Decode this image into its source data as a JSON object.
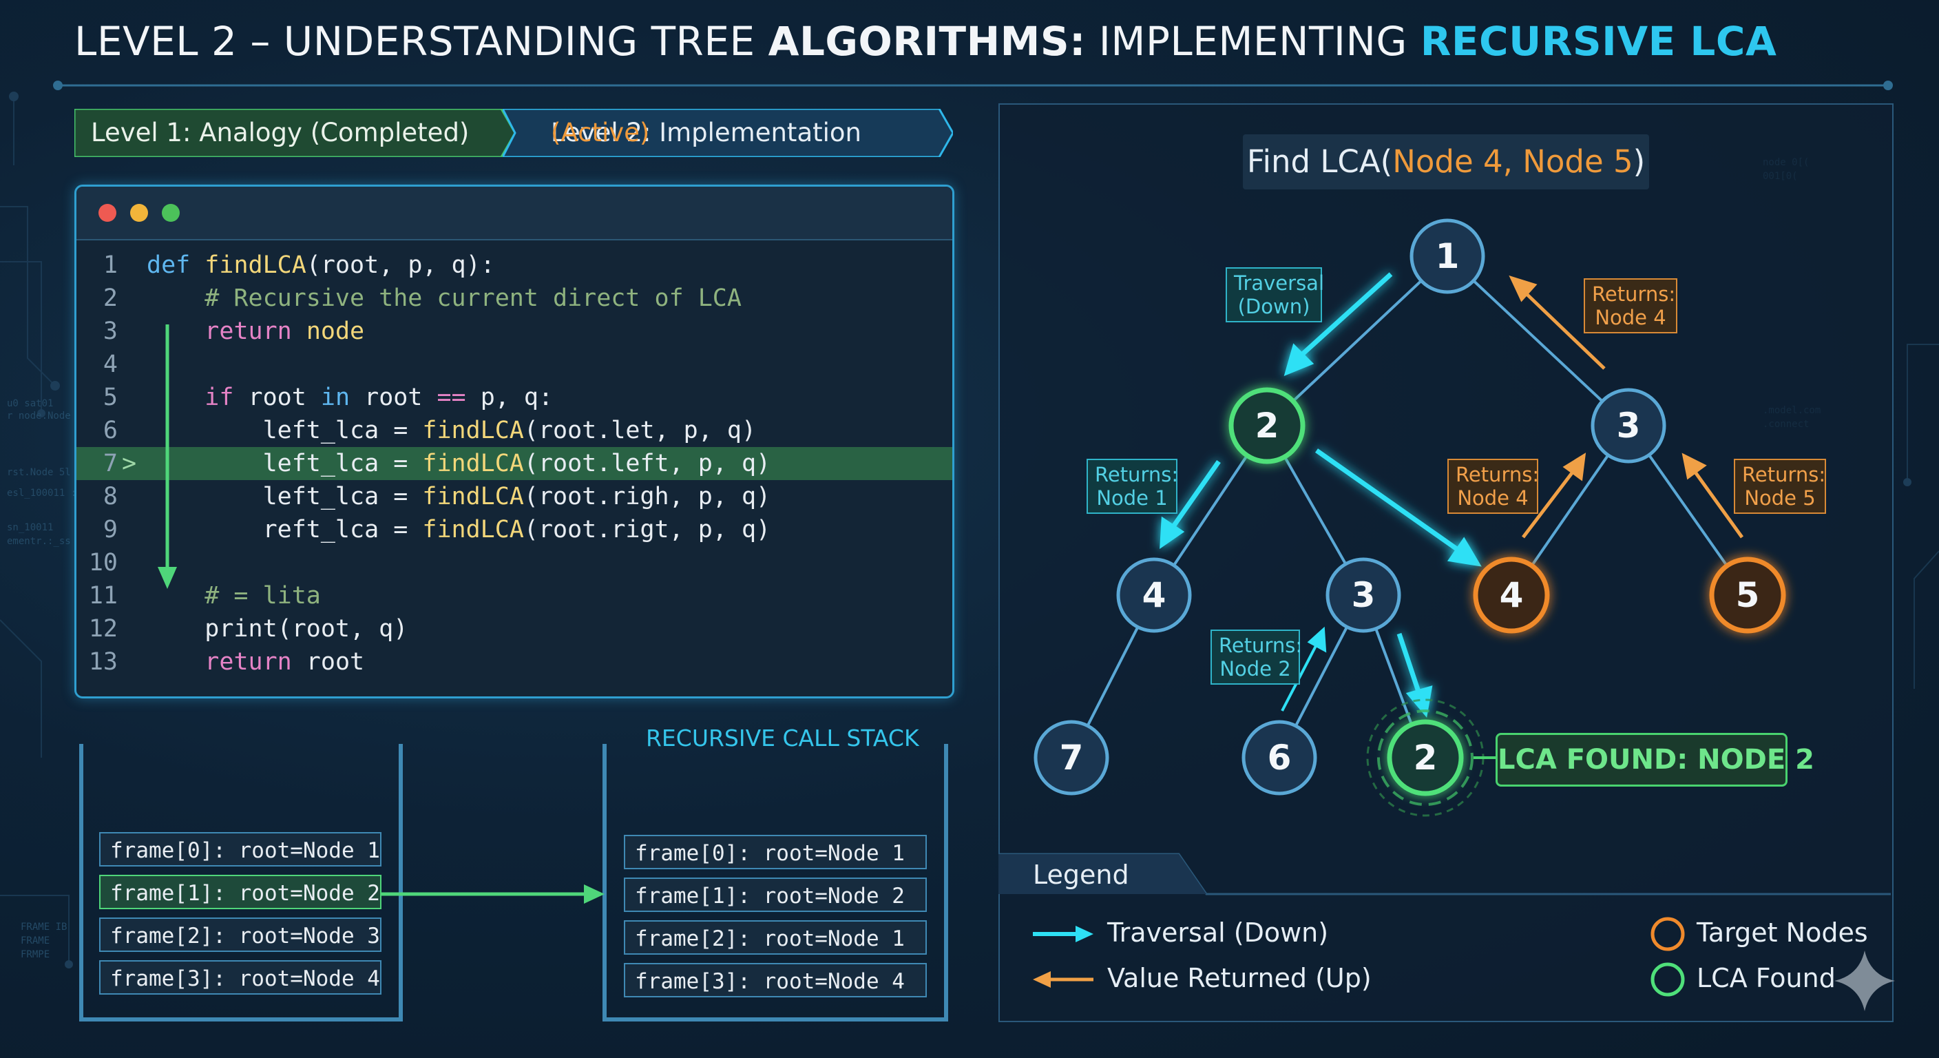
{
  "title": {
    "part1": "LEVEL 2 – UNDERSTANDING TREE ",
    "part2": "ALGORITHMS:",
    "part3": " IMPLEMENTING ",
    "part4": "RECURSIVE LCA"
  },
  "breadcrumb": {
    "level1": "Level 1: Analogy (Completed)",
    "level2_prefix": "Level 2: Implementation ",
    "level2_status": "(Active)"
  },
  "code": {
    "lines": [
      {
        "num": "1",
        "text": "def findLCA(root, p, q):"
      },
      {
        "num": "2",
        "text": "    # Recursive the current direct of LCA"
      },
      {
        "num": "3",
        "text": "    return node"
      },
      {
        "num": "4",
        "text": ""
      },
      {
        "num": "5",
        "text": "    if root in root == p, q:"
      },
      {
        "num": "6",
        "text": "        left_lca = findLCA(root.let, p, q)"
      },
      {
        "num": "7",
        "text": "        left_lca = findLCA(root.left, p, q)"
      },
      {
        "num": "8",
        "text": "        left_lca = findLCA(root.righ, p, q)"
      },
      {
        "num": "9",
        "text": "        reft_lca = findLCA(root.rigt, p, q)"
      },
      {
        "num": "10",
        "text": ""
      },
      {
        "num": "11",
        "text": "    # = lita"
      },
      {
        "num": "12",
        "text": "    print(root, q)"
      },
      {
        "num": "13",
        "text": "    return root"
      }
    ],
    "highlighted_line": "7",
    "current_marker": ">"
  },
  "stack": {
    "title": "RECURSIVE CALL STACK",
    "left_frames": [
      "frame[0]: root=Node 1",
      "frame[1]: root=Node 2",
      "frame[2]: root=Node 3",
      "frame[3]: root=Node 4"
    ],
    "right_frames": [
      "frame[0]: root=Node 1",
      "frame[1]: root=Node 2",
      "frame[2]: root=Node 1",
      "frame[3]: root=Node 4"
    ],
    "active_left_frame": 1
  },
  "tree": {
    "header_prefix": "Find LCA(",
    "header_args": "Node 4, Node 5",
    "header_suffix": ")",
    "nodes": [
      {
        "id": "root",
        "label": "1",
        "kind": "normal"
      },
      {
        "id": "n2",
        "label": "2",
        "kind": "lca"
      },
      {
        "id": "n3r",
        "label": "3",
        "kind": "normal"
      },
      {
        "id": "n4l",
        "label": "4",
        "kind": "normal"
      },
      {
        "id": "n3m",
        "label": "3",
        "kind": "normal"
      },
      {
        "id": "n4t",
        "label": "4",
        "kind": "target"
      },
      {
        "id": "n5t",
        "label": "5",
        "kind": "target"
      },
      {
        "id": "n7",
        "label": "7",
        "kind": "normal"
      },
      {
        "id": "n6",
        "label": "6",
        "kind": "normal"
      },
      {
        "id": "n2b",
        "label": "2",
        "kind": "lca-found"
      }
    ],
    "annotations": {
      "traversal": "Traversal\n(Down)",
      "returns_node4_top": "Returns:\nNode 4",
      "returns_node1": "Returns:\nNode 1",
      "returns_node4_mid": "Returns:\nNode 4",
      "returns_node5": "Returns:\nNode 5",
      "returns_node2": "Returns:\nNode 2"
    },
    "lca_found": "LCA FOUND: NODE 2"
  },
  "legend": {
    "title": "Legend",
    "traversal": "Traversal (Down)",
    "returned": "Value Returned (Up)",
    "target": "Target Nodes",
    "lca": "LCA Found"
  },
  "colors": {
    "cyan": "#2ec7ef",
    "orange": "#ef9a3b",
    "green": "#4fd67a",
    "node_blue": "#5aa8d6"
  },
  "icons": {
    "window_dots": [
      "red-dot-icon",
      "yellow-dot-icon",
      "green-dot-icon"
    ],
    "corner": "sparkle-icon"
  }
}
